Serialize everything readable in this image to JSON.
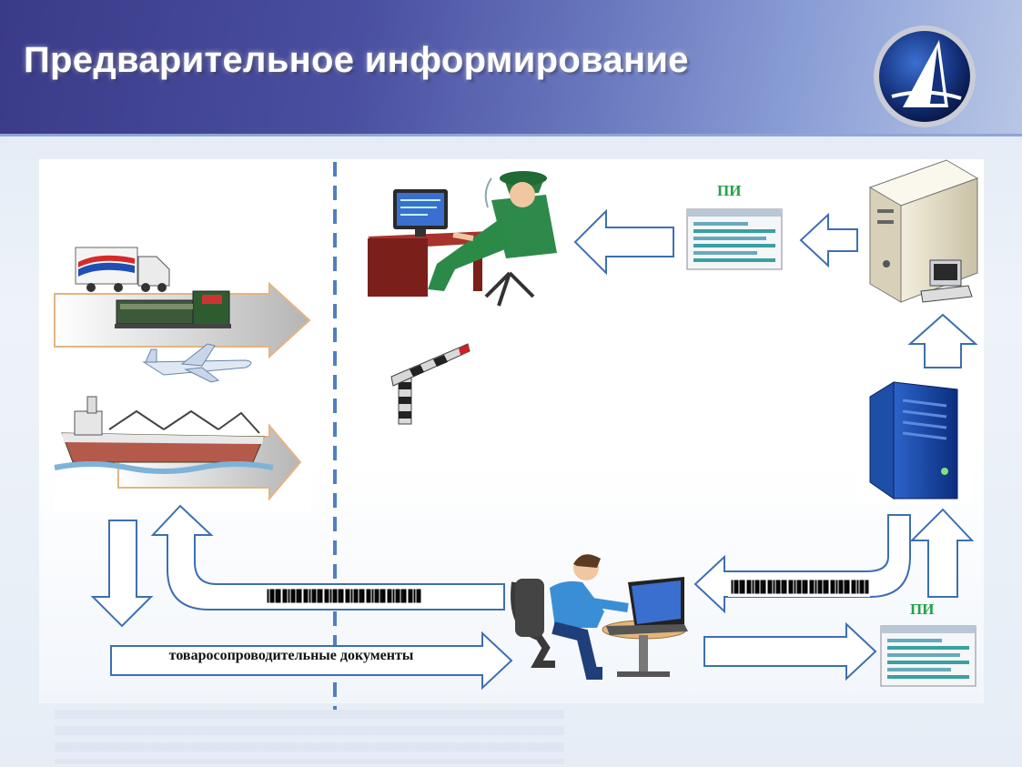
{
  "slide": {
    "title": "Предварительное информирование",
    "doc_arrow_label": "товаросопроводительные документы",
    "pi_label_top": "ПИ",
    "pi_label_bottom": "ПИ"
  },
  "icons": {
    "logo": "sail-logo-icon",
    "transport": [
      "truck-icon",
      "train-icon",
      "airplane-icon",
      "ship-icon"
    ],
    "customs_officer": "customs-officer-icon",
    "barrier": "barrier-gate-icon",
    "declarant": "declarant-laptop-icon",
    "server": "server-tower-icon",
    "pc": "pc-tower-icon",
    "document": "document-form-icon",
    "barcode": "barcode-icon"
  },
  "colors": {
    "arrow_stroke": "#3d6fb3",
    "divider": "#4f80c0",
    "pi_text": "#22a34a",
    "header": "#3a3a88"
  }
}
